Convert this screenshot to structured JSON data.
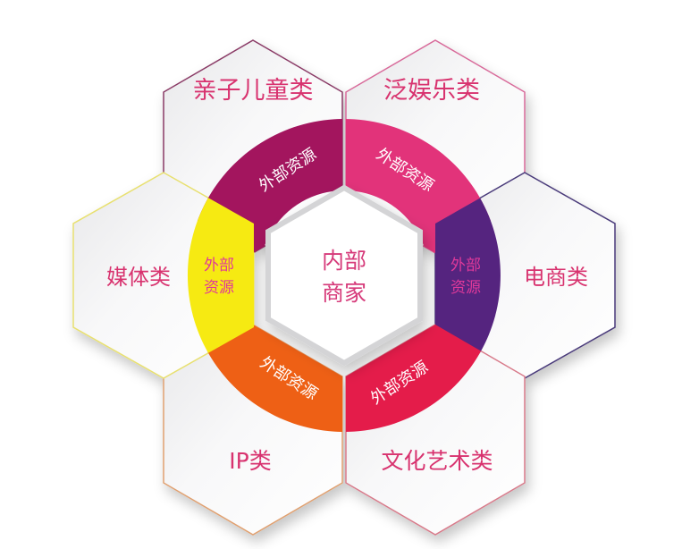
{
  "center": {
    "line1": "内部",
    "line2": "商家",
    "text_color": "#d63a7a"
  },
  "hexagons": [
    {
      "id": "top-left",
      "label": "亲子儿童类",
      "border": "#8a3a66"
    },
    {
      "id": "top-right",
      "label": "泛娱乐类",
      "border": "#d86a9a"
    },
    {
      "id": "right",
      "label": "电商类",
      "border": "#4a3a7a"
    },
    {
      "id": "bottom-right",
      "label": "文化艺术类",
      "border": "#d87a8a"
    },
    {
      "id": "bottom-left",
      "label": "IP类",
      "border": "#e0a070"
    },
    {
      "id": "left",
      "label": "媒体类",
      "border": "#e8e070"
    }
  ],
  "segments": [
    {
      "label": "外部资源",
      "color": "#a3155e",
      "text_color": "#ffffff"
    },
    {
      "label": "外部资源",
      "color": "#e2337a",
      "text_color": "#ffffff"
    },
    {
      "label1": "外部",
      "label2": "资源",
      "color": "#55247f",
      "text_color": "#e0399a"
    },
    {
      "label": "外部资源",
      "color": "#e41c4a",
      "text_color": "#ffffff"
    },
    {
      "label": "外部资源",
      "color": "#ee6015",
      "text_color": "#ffffff"
    },
    {
      "label1": "外部",
      "label2": "资源",
      "color": "#f6ea12",
      "text_color": "#e0399a"
    }
  ],
  "label_color": "#d8336f"
}
